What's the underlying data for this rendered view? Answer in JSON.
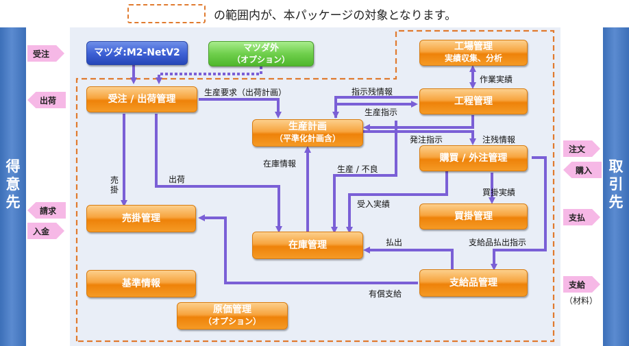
{
  "legend": {
    "text": "の範囲内が、本パッケージの対象となります。"
  },
  "sides": {
    "left_title": [
      "得",
      "意",
      "先"
    ],
    "right_title": [
      "取",
      "引",
      "先"
    ]
  },
  "tags": {
    "order_in": "受注",
    "ship_out": "出荷",
    "billing": "請求",
    "payment_in": "入金",
    "purchase_order": "注文",
    "purchase": "購入",
    "pay_out": "支払",
    "supply": "支給",
    "supply_note": "（材料）"
  },
  "boxes": {
    "mazda_m2": "マツダ:M2-NetV2",
    "mazda_other": "マツダ外",
    "mazda_other_sub": "（オプション）",
    "order_ship": "受注 / 出荷管理",
    "prod_plan": "生産計画",
    "prod_plan_sub": "（平準化計画含）",
    "factory": "工場管理",
    "factory_sub": "実績収集、分析",
    "process": "工程管理",
    "purchasing": "購買 / 外注管理",
    "payables": "買掛管理",
    "receivables": "売掛管理",
    "inventory": "在庫管理",
    "master": "基準情報",
    "supply_mgmt": "支給品管理",
    "costing": "原価管理",
    "costing_sub": "（オプション）"
  },
  "labels": {
    "prod_request": "生産要求（出荷計画）",
    "instr_remain": "指示残情報",
    "prod_instr": "生産指示",
    "work_results": "作業実績",
    "order_instr": "発注指示",
    "remain_info": "注残情報",
    "stock_info": "在庫情報",
    "prod_defect": "生産 / 不良",
    "receipt_results": "受入実績",
    "purchase_results": "買掛実績",
    "shipping": "出荷",
    "sales_credit": "売掛",
    "dispatch": "払出",
    "supply_dispatch_instr": "支給品払出指示",
    "paid_supply": "有償支給"
  },
  "colors": {
    "accent_blue": "#3c6fb8",
    "arrow_purple": "#7a5fd6",
    "scope_orange": "#e07a2e",
    "box_orange": "#f59a25",
    "tag_pink": "#f6b8e6"
  }
}
